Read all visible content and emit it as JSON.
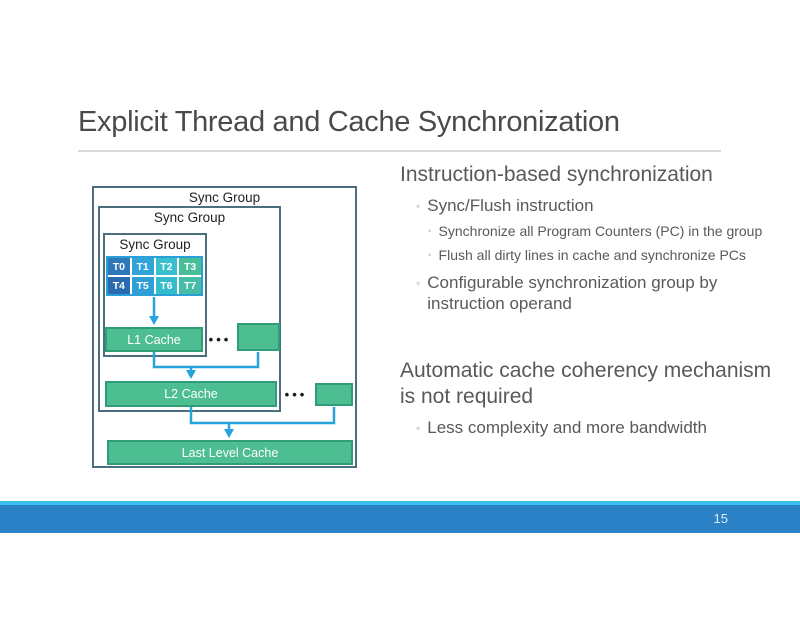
{
  "slide": {
    "title": "Explicit Thread and Cache Synchronization",
    "page_number": "15"
  },
  "diagram": {
    "outer_group_label": "Sync Group",
    "middle_group_label": "Sync Group",
    "inner_group_label": "Sync Group",
    "threads": [
      "T0",
      "T1",
      "T2",
      "T3",
      "T4",
      "T5",
      "T6",
      "T7"
    ],
    "thread_colors": [
      "#2e78ba",
      "#31a5da",
      "#3abfd1",
      "#49be99",
      "#2a6ab1",
      "#2f9fd8",
      "#35bccc",
      "#44bda4"
    ],
    "l1_label": "L1 Cache",
    "l2_label": "L2 Cache",
    "llc_label": "Last Level Cache",
    "ellipsis": "•••",
    "colors": {
      "cache_fill": "#4dbd92",
      "cache_border": "#2f9e78",
      "arrow": "#29a3dc",
      "group_border": "#4c6f7d",
      "grid_border": "#2a9fd8"
    }
  },
  "content": {
    "bullet_char": "◦",
    "heading1": "Instruction-based synchronization",
    "bullets1": [
      {
        "level": 2,
        "text": "Sync/Flush instruction"
      },
      {
        "level": 3,
        "text": "Synchronize all Program Counters (PC) in the group"
      },
      {
        "level": 3,
        "text": "Flush all dirty lines in cache and synchronize PCs"
      },
      {
        "level": 2,
        "text": "Configurable synchronization group by instruction operand"
      }
    ],
    "heading2": "Automatic cache coherency mechanism is not required",
    "bullets2": [
      {
        "level": 2,
        "text": "Less complexity and more bandwidth"
      }
    ]
  },
  "footer": {
    "bar_color": "#2b81c5",
    "accent_color": "#3ac0ec"
  }
}
